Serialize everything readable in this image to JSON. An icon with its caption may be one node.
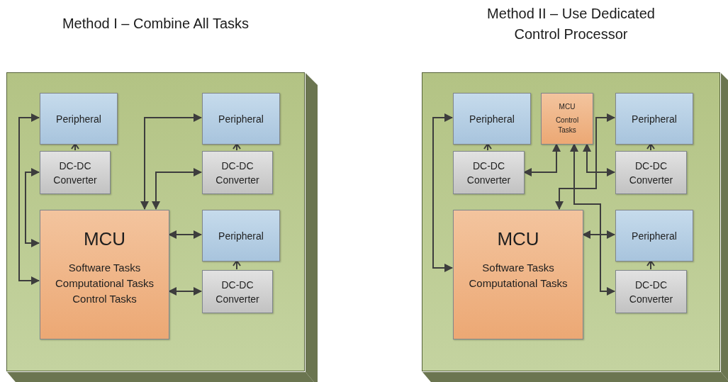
{
  "diagram": {
    "nodes": [
      {
        "text": [
          "Method I – Combine All Tasks"
        ]
      },
      {
        "text": [
          "Peripheral"
        ],
        "in": 0
      },
      {
        "text": [
          "DC-DC Converter"
        ],
        "in": 0
      },
      {
        "text": [
          "Peripheral"
        ],
        "in": 0
      },
      {
        "text": [
          "DC-DC Converter"
        ],
        "in": 0
      },
      {
        "text": [
          "MCU",
          "Software Tasks Computational Tasks Control Tasks"
        ],
        "in": 0
      },
      {
        "text": [
          "Peripheral"
        ],
        "in": 0
      },
      {
        "text": [
          "DC-DC Converter"
        ],
        "in": 0
      },
      {
        "text": [
          "Method II – Use Dedicated Control Processor"
        ]
      },
      {
        "text": [
          "Peripheral"
        ],
        "in": 8
      },
      {
        "text": [
          "MCU",
          "Control Tasks"
        ],
        "in": 8
      },
      {
        "text": [
          "Peripheral"
        ],
        "in": 8
      },
      {
        "text": [
          "DC-DC Converter"
        ],
        "in": 8
      },
      {
        "text": [
          "DC-DC Converter"
        ],
        "in": 8
      },
      {
        "text": [
          "MCU",
          "Software Tasks Computational Tasks"
        ],
        "in": 8
      },
      {
        "text": [
          "Peripheral"
        ],
        "in": 8
      },
      {
        "text": [
          "DC-DC Converter"
        ],
        "in": 8
      }
    ],
    "edges": [
      {
        "from": 2,
        "to": 1,
        "arrow": "to"
      },
      {
        "from": 4,
        "to": 3,
        "arrow": "to"
      },
      {
        "from": 7,
        "to": 6,
        "arrow": "to"
      },
      {
        "from": 1,
        "to": 5,
        "arrow": "both"
      },
      {
        "from": 2,
        "to": 5,
        "arrow": "both"
      },
      {
        "from": 3,
        "to": 5,
        "arrow": "both"
      },
      {
        "from": 4,
        "to": 5,
        "arrow": "both"
      },
      {
        "from": 5,
        "to": 6,
        "arrow": "both"
      },
      {
        "from": 5,
        "to": 7,
        "arrow": "both"
      },
      {
        "from": 12,
        "to": 9,
        "arrow": "to"
      },
      {
        "from": 13,
        "to": 11,
        "arrow": "to"
      },
      {
        "from": 16,
        "to": 15,
        "arrow": "to"
      },
      {
        "from": 9,
        "to": 14,
        "arrow": "both"
      },
      {
        "from": 12,
        "to": 10,
        "arrow": "both"
      },
      {
        "from": 10,
        "to": 13,
        "arrow": "both"
      },
      {
        "from": 14,
        "to": 11,
        "arrow": "both"
      },
      {
        "from": 10,
        "to": 16,
        "arrow": "both"
      },
      {
        "from": 14,
        "to": 15,
        "arrow": "both"
      }
    ]
  }
}
